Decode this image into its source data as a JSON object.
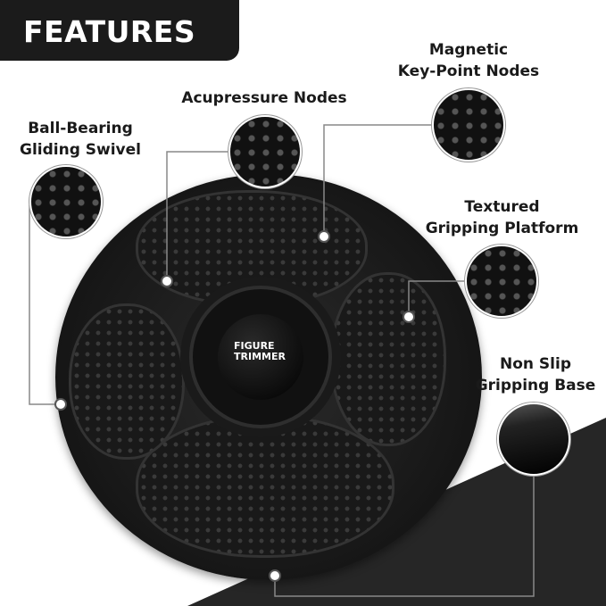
{
  "header": {
    "title": "FEATURES"
  },
  "features": [
    {
      "title_line1": "Magnetic",
      "title_line2": "Key-Point Nodes"
    },
    {
      "title_line1": "Acupressure Nodes"
    },
    {
      "title_line1": "Ball-Bearing",
      "title_line2": "Gliding Swivel"
    },
    {
      "title_line1": "Textured",
      "title_line2": "Gripping Platform"
    },
    {
      "title_line1": "Non Slip",
      "title_line2": "Gripping Base"
    }
  ],
  "product": {
    "brand_line1": "FIGURE",
    "brand_line2": "TRIMMER"
  },
  "colors": {
    "dark": "#1b1b1b",
    "triangle": "#262626"
  }
}
